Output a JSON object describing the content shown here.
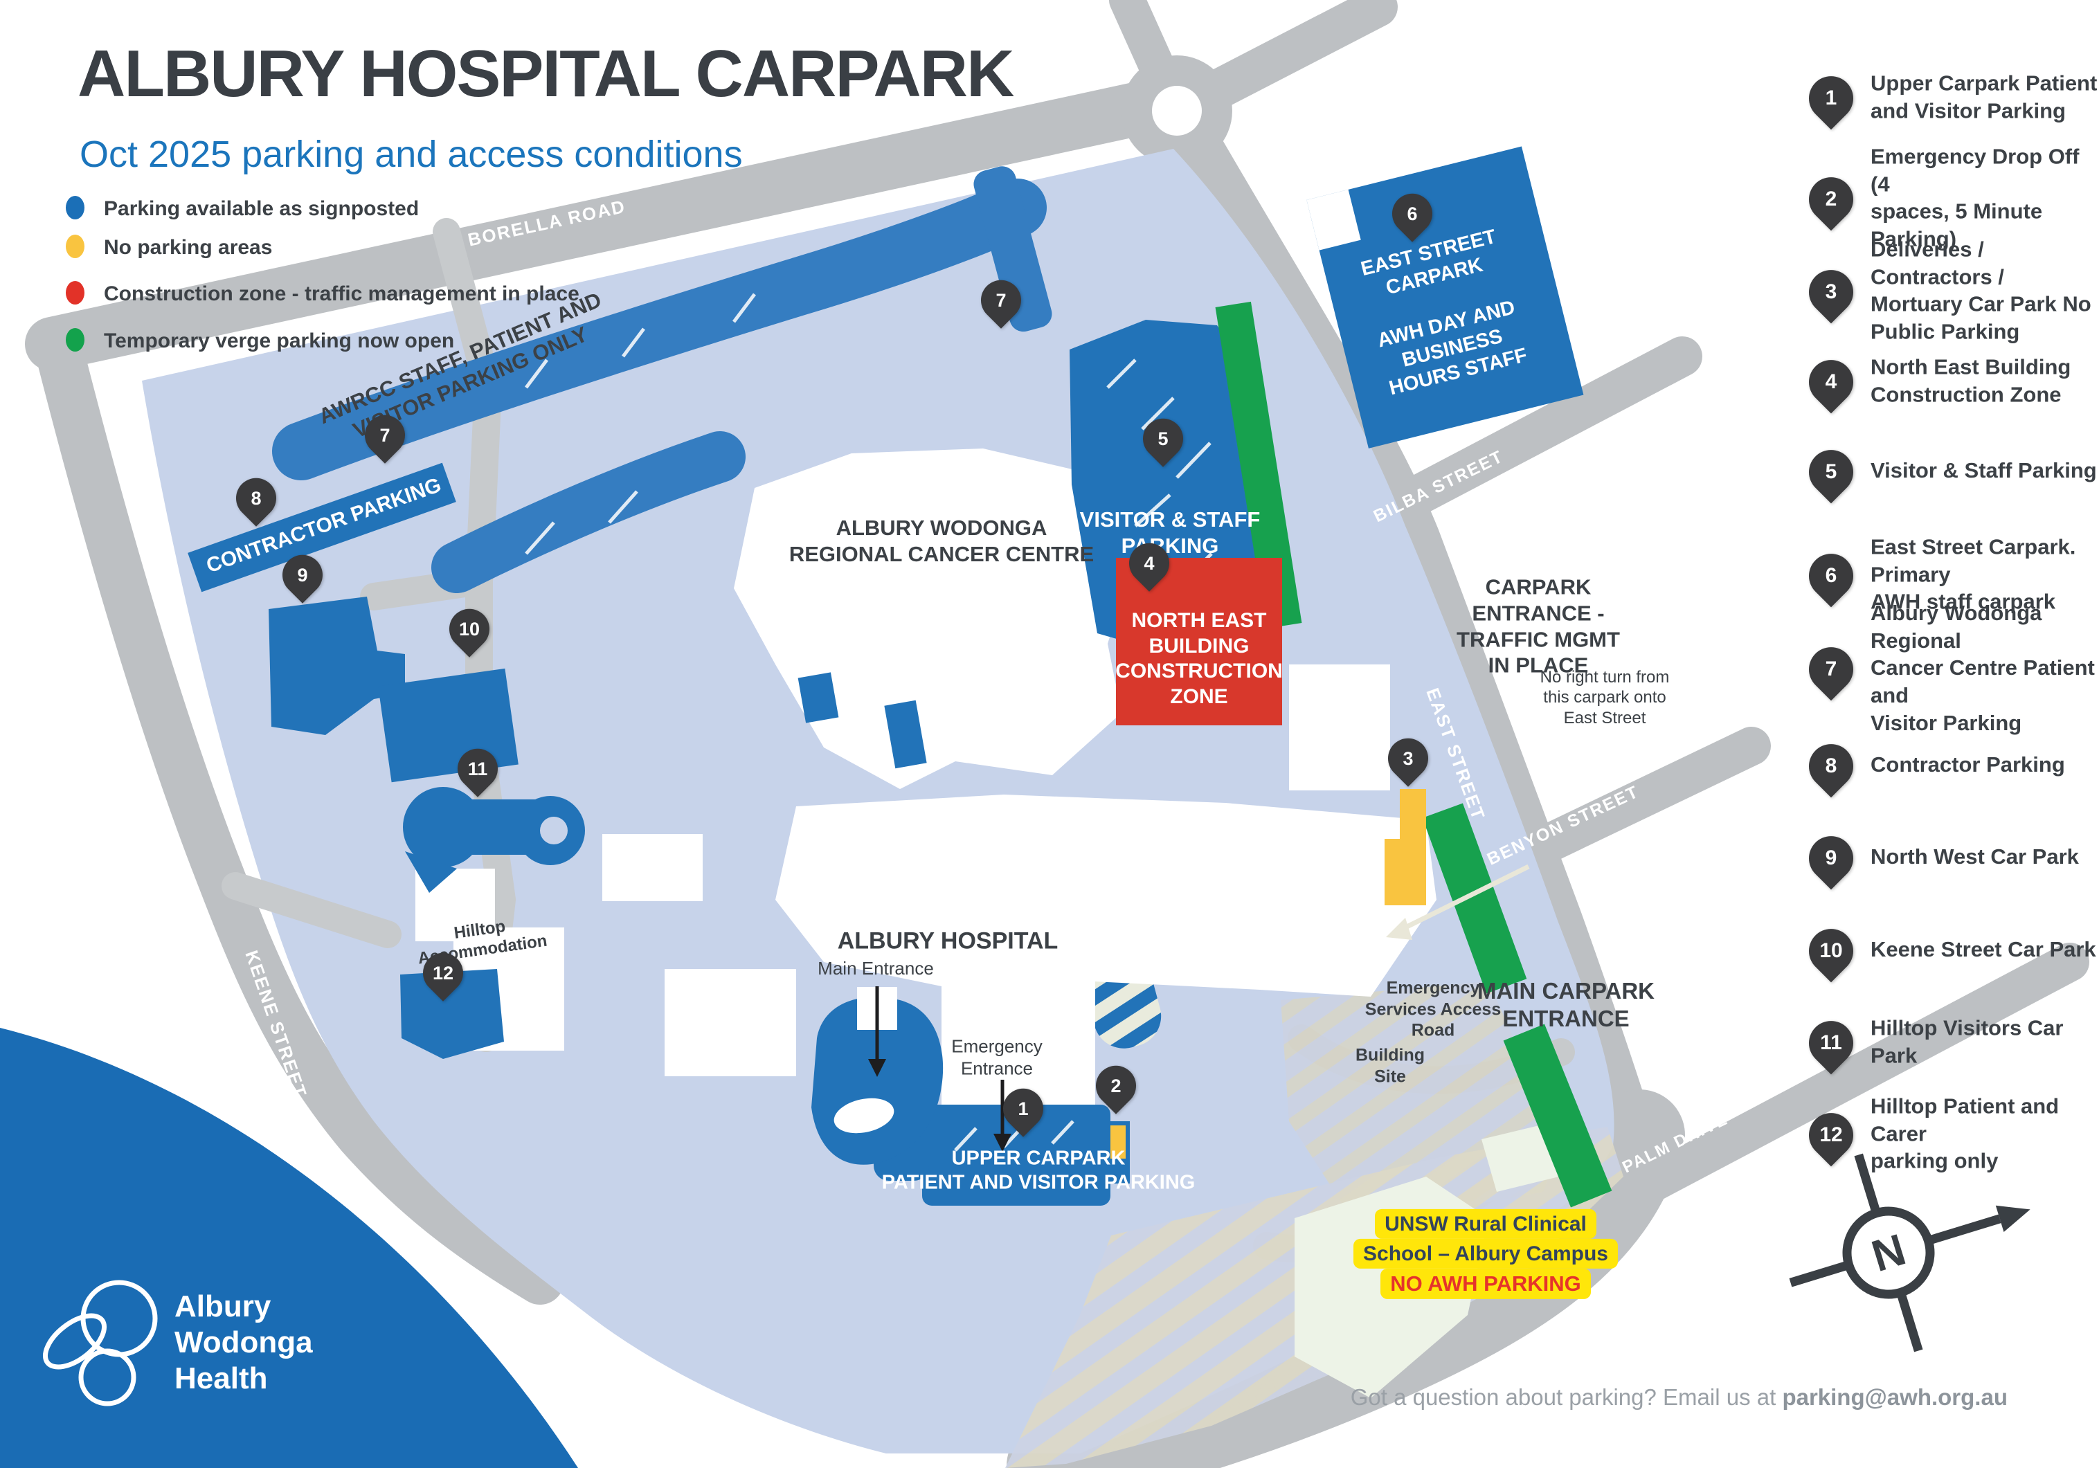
{
  "header": {
    "title": "ALBURY HOSPITAL CARPARK",
    "subtitle": "Oct 2025 parking and access conditions"
  },
  "legend": {
    "items": [
      {
        "color": "#1b6fb7",
        "label": "Parking available as signposted"
      },
      {
        "color": "#f9c440",
        "label": "No parking areas"
      },
      {
        "color": "#e23228",
        "label": "Construction zone - traffic management in place"
      },
      {
        "color": "#13a24c",
        "label": "Temporary verge parking now open"
      }
    ]
  },
  "key_list": {
    "items": [
      {
        "num": "1",
        "label": "Upper Carpark Patient\nand Visitor Parking"
      },
      {
        "num": "2",
        "label": "Emergency Drop Off  (4\nspaces, 5 Minute Parking)"
      },
      {
        "num": "3",
        "label": "Deliveries / Contractors /\nMortuary Car Park No\nPublic Parking"
      },
      {
        "num": "4",
        "label": "North East Building\nConstruction Zone"
      },
      {
        "num": "5",
        "label": "Visitor & Staff Parking"
      },
      {
        "num": "6",
        "label": "East Street Carpark. Primary\nAWH staff carpark"
      },
      {
        "num": "7",
        "label": "Albury Wodonga Regional\nCancer Centre Patient and\nVisitor Parking"
      },
      {
        "num": "8",
        "label": "Contractor Parking"
      },
      {
        "num": "9",
        "label": "North West Car Park"
      },
      {
        "num": "10",
        "label": "Keene Street Car Park"
      },
      {
        "num": "11",
        "label": "Hilltop Visitors Car\nPark"
      },
      {
        "num": "12",
        "label": "Hilltop Patient and Carer\nparking only"
      }
    ]
  },
  "map": {
    "roads": {
      "borella": "BORELLA ROAD",
      "keene": "KEENE STREET",
      "east": "EAST STREET",
      "bilba": "BILBA STREET",
      "benyon": "BENYON STREET",
      "palm": "PALM DRIVE"
    },
    "labels": {
      "awrcc_band": "AWRCC STAFF, PATIENT AND\nVISITOR PARKING ONLY",
      "contractor": "CONTRACTOR PARKING",
      "cancer_centre": "ALBURY WODONGA\nREGIONAL CANCER CENTRE",
      "visitor_staff": "VISITOR & STAFF\nPARKING",
      "north_east_zone": "NORTH EAST\nBUILDING\nCONSTRUCTION\nZONE",
      "east_carpark": "EAST STREET\nCARPARK\n\nAWH DAY AND\nBUSINESS\nHOURS STAFF",
      "carpark_entrance": "CARPARK\nENTRANCE -\nTRAFFIC MGMT\nIN PLACE",
      "no_right_turn": "No right turn from\nthis carpark onto\nEast Street",
      "hospital": "ALBURY HOSPITAL",
      "main_entrance": "Main Entrance",
      "emergency_entrance": "Emergency\nEntrance",
      "upper_carpark": "UPPER CARPARK\nPATIENT AND VISITOR PARKING",
      "hilltop": "Hilltop\nAccommodation",
      "esar": "Emergency\nServices Access\nRoad",
      "building_site": "Building\nSite",
      "main_carpark_entrance": "MAIN CARPARK\nENTRANCE",
      "unsw_line1": "UNSW Rural Clinical",
      "unsw_line2": "School – Albury Campus",
      "unsw_line3": "NO AWH PARKING"
    },
    "pins": [
      {
        "num": "1"
      },
      {
        "num": "2"
      },
      {
        "num": "3"
      },
      {
        "num": "4"
      },
      {
        "num": "5"
      },
      {
        "num": "6"
      },
      {
        "num": "7"
      },
      {
        "num": "7"
      },
      {
        "num": "8"
      },
      {
        "num": "9"
      },
      {
        "num": "10"
      },
      {
        "num": "11"
      },
      {
        "num": "12"
      }
    ],
    "compass": {
      "n": "N"
    },
    "colors": {
      "campus": "#c7d3ea",
      "road": "#bdc0c3",
      "parking_blue": "#2273b8",
      "band_blue": "#357dc1",
      "verge_green": "#17a14e",
      "no_parking_yellow": "#f9c440",
      "construction_red": "#d8382c",
      "pin_dark": "#3a3a3c"
    }
  },
  "logo": {
    "text": "Albury\nWodonga\nHealth"
  },
  "footer": {
    "question": "Got a question about parking? Email us at ",
    "email": "parking@awh.org.au"
  }
}
